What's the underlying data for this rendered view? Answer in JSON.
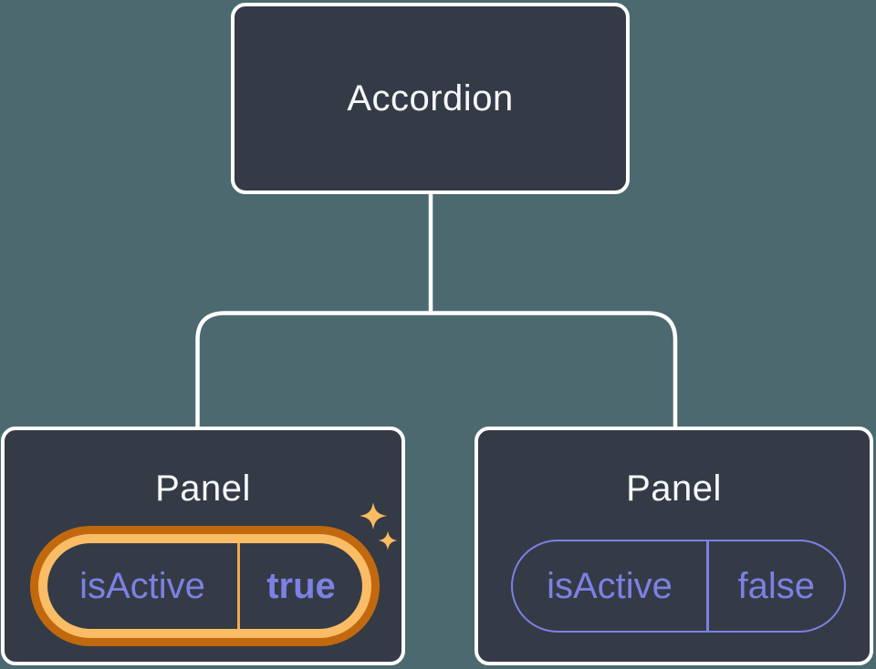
{
  "tree": {
    "root": {
      "label": "Accordion"
    },
    "children": [
      {
        "title": "Panel",
        "prop_name": "isActive",
        "prop_value": "true",
        "highlighted": true
      },
      {
        "title": "Panel",
        "prop_name": "isActive",
        "prop_value": "false",
        "highlighted": false
      }
    ]
  },
  "icons": {
    "sparkle_large": "sparkle-icon",
    "sparkle_small": "sparkle-icon"
  },
  "colors": {
    "background": "#4c6970",
    "node_fill": "#343b46",
    "node_border": "#ffffff",
    "node_text": "#f5f7fa",
    "prop_purple": "#7c81e4",
    "highlight_outer": "#c2690f",
    "highlight_inner": "#fabd66",
    "highlight_divider": "#eeab52",
    "sparkle": "#f9bc62"
  }
}
